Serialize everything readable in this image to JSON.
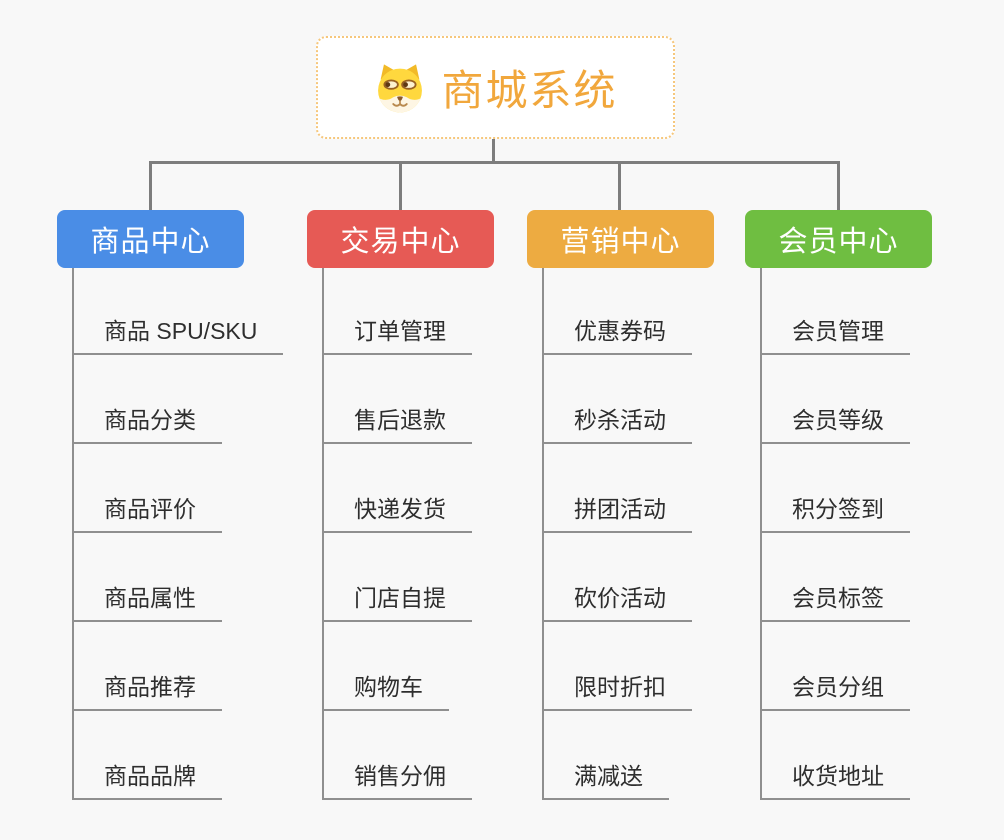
{
  "page": {
    "background": "#f8f8f8",
    "connector_color": "#7d7d7d",
    "item_line_color": "#8f8f8f",
    "item_text_color": "#2e2e2e"
  },
  "root": {
    "title": "商城系统",
    "icon": "shiba-dog-face-icon",
    "text_color": "#f1a73c",
    "border_color": "#f6c77c"
  },
  "branches": [
    {
      "label": "商品中心",
      "color": "#4a8de6",
      "items": [
        "商品 SPU/SKU",
        "商品分类",
        "商品评价",
        "商品属性",
        "商品推荐",
        "商品品牌"
      ]
    },
    {
      "label": "交易中心",
      "color": "#e65a55",
      "items": [
        "订单管理",
        "售后退款",
        "快递发货",
        "门店自提",
        "购物车",
        "销售分佣"
      ]
    },
    {
      "label": "营销中心",
      "color": "#edab41",
      "items": [
        "优惠券码",
        "秒杀活动",
        "拼团活动",
        "砍价活动",
        "限时折扣",
        "满减送"
      ]
    },
    {
      "label": "会员中心",
      "color": "#6fbe41",
      "items": [
        "会员管理",
        "会员等级",
        "积分签到",
        "会员标签",
        "会员分组",
        "收货地址"
      ]
    }
  ]
}
